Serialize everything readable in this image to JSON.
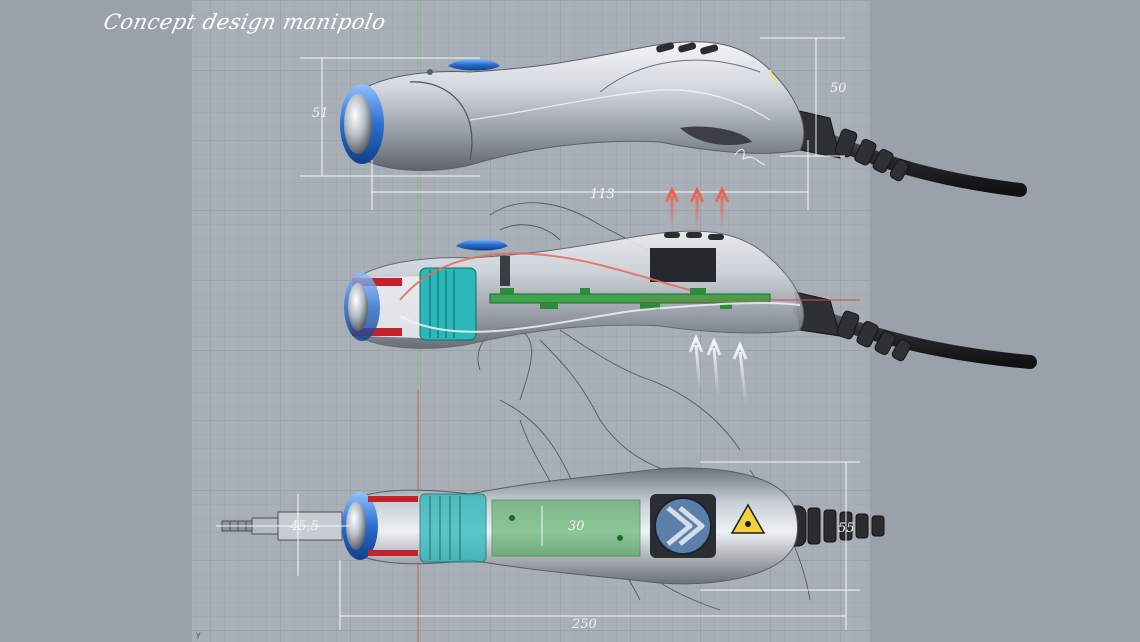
{
  "caption": "Concept design manipolo",
  "dimensions": {
    "top_height_left": "51",
    "top_height_right": "50",
    "top_length": "113",
    "bottom_tip": "45,5",
    "bottom_center": "30",
    "bottom_rear": "55",
    "bottom_overall": "250"
  },
  "views": [
    "side-view",
    "cutaway-view",
    "top-view"
  ],
  "colors": {
    "background": "#9aa1aa",
    "grid_panel": "#a8aeb5",
    "body": "#c9ced6",
    "accent_blue": "#2b6fd1",
    "electronics_green": "#3fa34d",
    "battery_cyan": "#2ab8b8",
    "cable": "#2a2c30",
    "airflow_hot": "#e86a5a",
    "airflow_cool": "#e8f0ff"
  },
  "corner_mark": "y"
}
